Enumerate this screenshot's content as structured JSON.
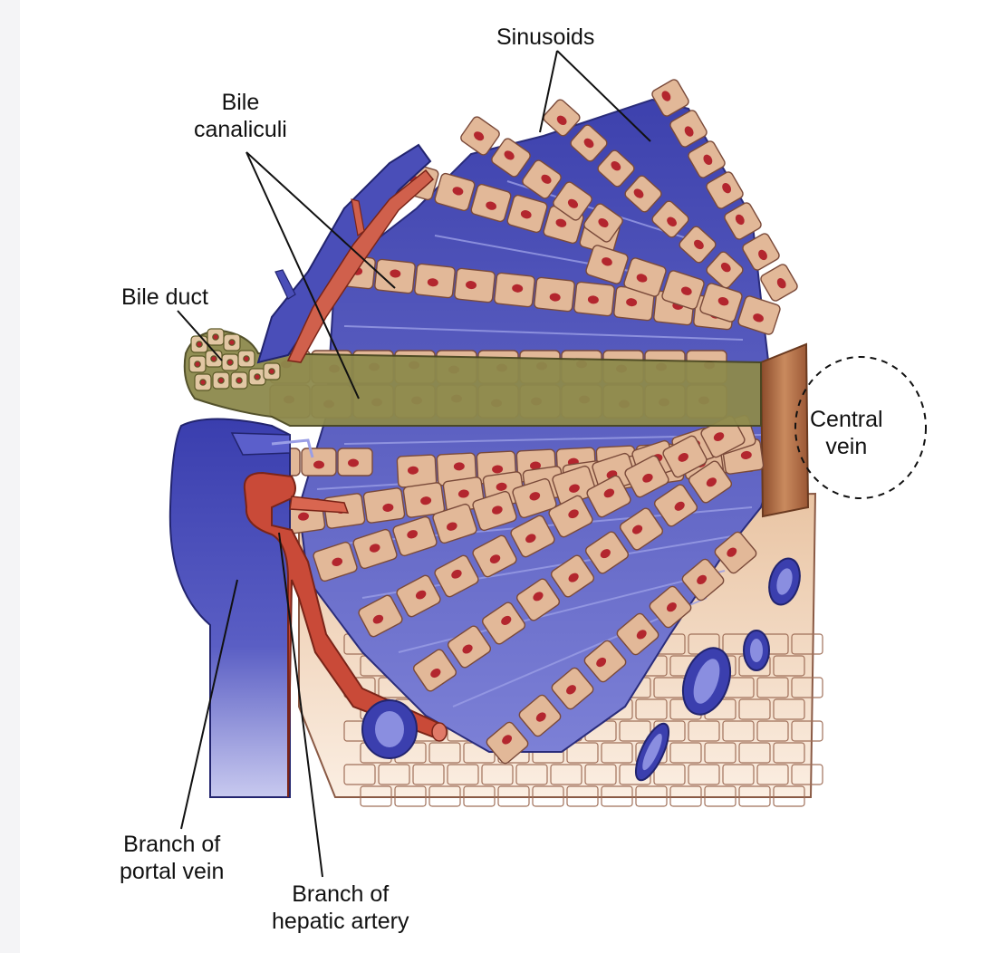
{
  "labels": {
    "sinusoids": "Sinusoids",
    "bile_canaliculi_1": "Bile",
    "bile_canaliculi_2": "canaliculi",
    "bile_duct": "Bile duct",
    "central_vein_1": "Central",
    "central_vein_2": "vein",
    "portal_vein_1": "Branch of",
    "portal_vein_2": "portal vein",
    "hepatic_artery_1": "Branch of",
    "hepatic_artery_2": "hepatic artery"
  },
  "colors": {
    "hepatocyte": "#e2b898",
    "hepatocyte_edge": "#7a4a3a",
    "nucleus": "#b3262e",
    "sinusoid": "#4b4fb8",
    "sinusoid_light": "#8a8ee0",
    "portal_vein": "#3f43b0",
    "hepatic_artery": "#c9503c",
    "central_vein": "#a8653f",
    "bile_duct": "#8b8a4a",
    "tissue_base": "#f3dcc6"
  }
}
